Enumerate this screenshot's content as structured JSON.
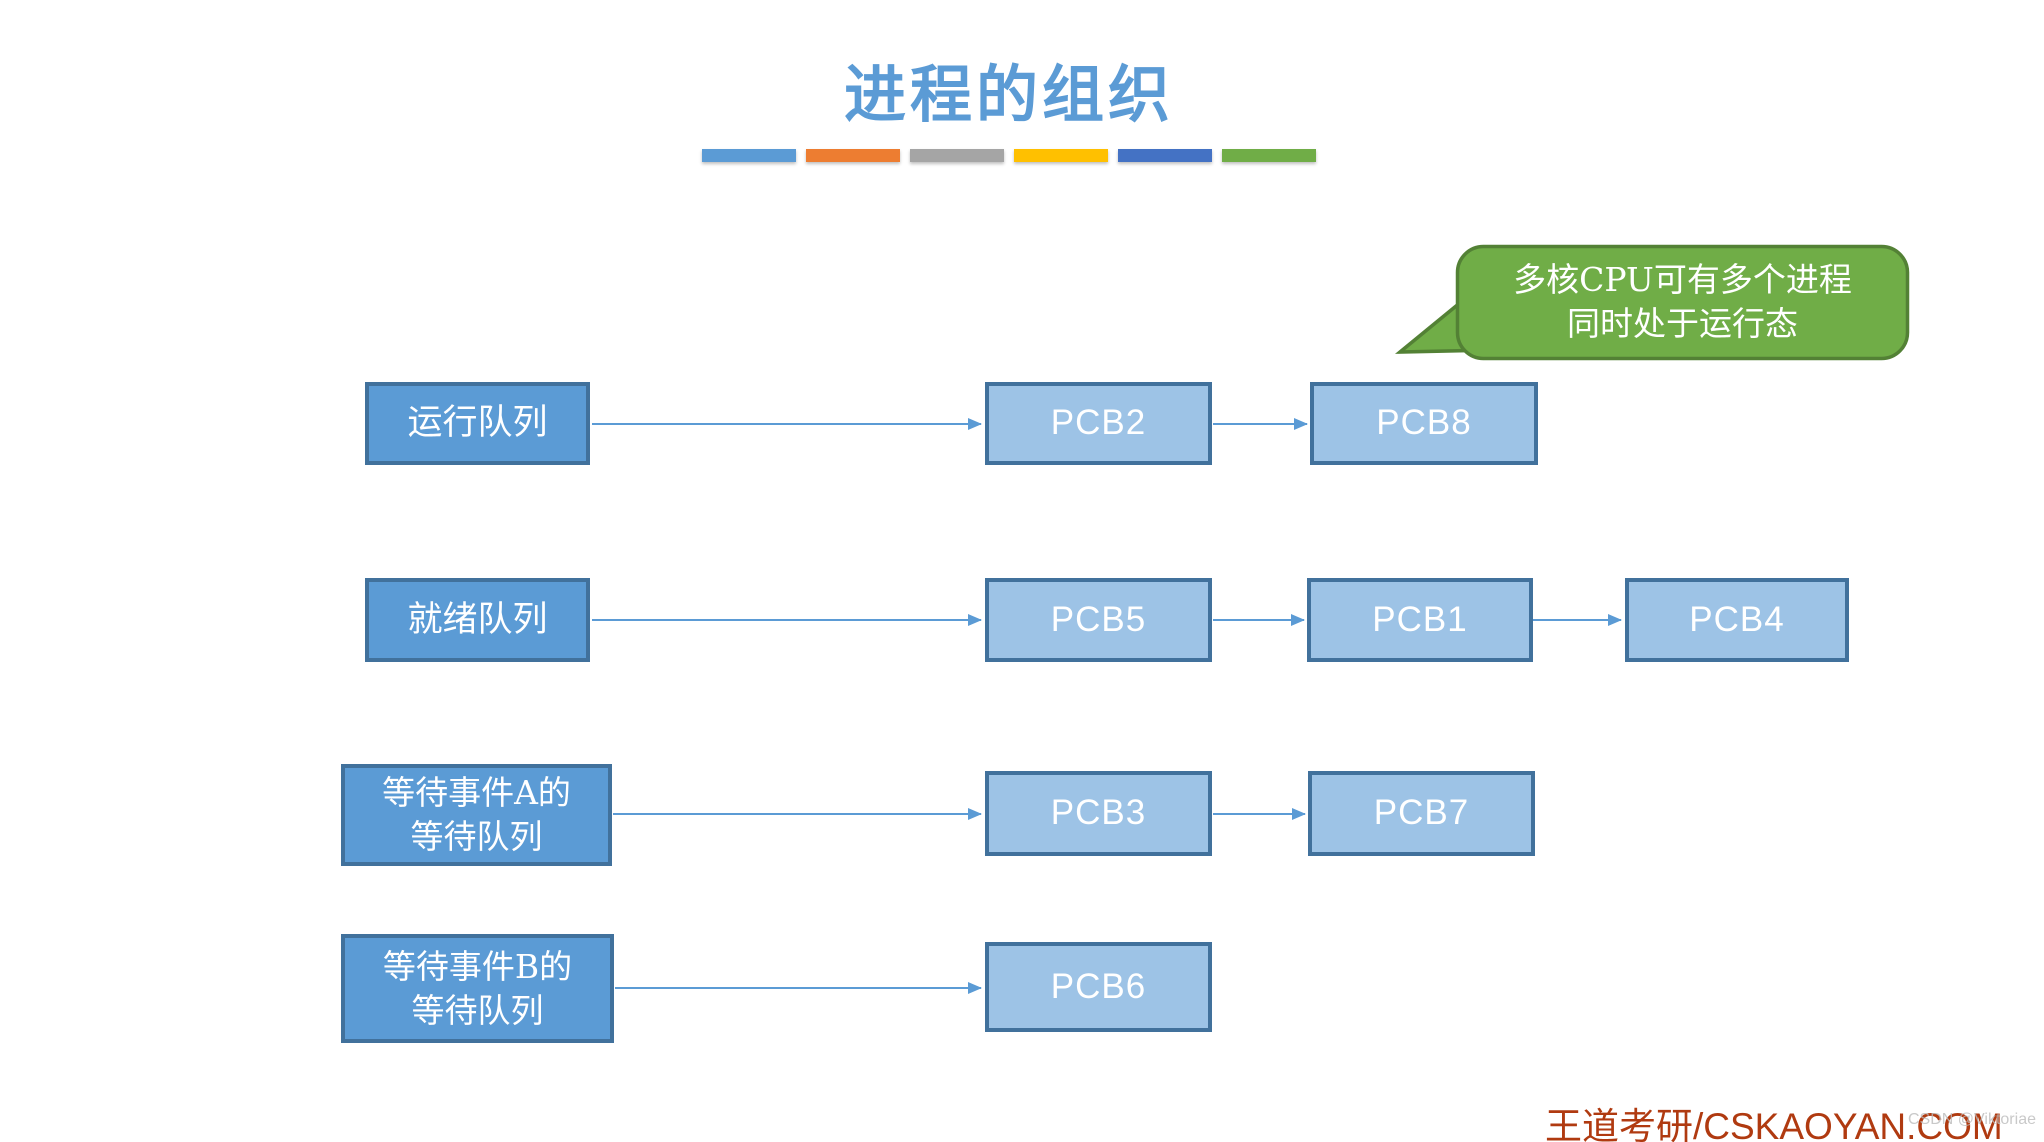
{
  "title": "进程的组织",
  "accent_bars": [
    "#5B9BD5",
    "#ED7D31",
    "#A5A5A5",
    "#FFC000",
    "#4472C4",
    "#70AD47"
  ],
  "callout": {
    "lines": [
      "多核CPU可有多个进程",
      "同时处于运行态"
    ]
  },
  "rows": [
    {
      "queue": {
        "lines": [
          "运行队列"
        ]
      },
      "pcbs": [
        {
          "label": "PCB2"
        },
        {
          "label": "PCB8"
        }
      ]
    },
    {
      "queue": {
        "lines": [
          "就绪队列"
        ]
      },
      "pcbs": [
        {
          "label": "PCB5"
        },
        {
          "label": "PCB1"
        },
        {
          "label": "PCB4"
        }
      ]
    },
    {
      "queue": {
        "lines": [
          "等待事件A的",
          "等待队列"
        ]
      },
      "pcbs": [
        {
          "label": "PCB3"
        },
        {
          "label": "PCB7"
        }
      ]
    },
    {
      "queue": {
        "lines": [
          "等待事件B的",
          "等待队列"
        ]
      },
      "pcbs": [
        {
          "label": "PCB6"
        }
      ]
    }
  ],
  "footer": {
    "brand": "王道考研/CSKAOYAN.COM",
    "watermark": "CSDN @Viktoriae"
  },
  "colors": {
    "title": "#5B9BD5",
    "queue_fill": "#5B9BD5",
    "queue_border": "#41719C",
    "pcb_fill": "#9DC3E6",
    "pcb_border": "#41719C",
    "arrow": "#5B9BD5",
    "callout_fill": "#70AD47",
    "callout_border": "#538135",
    "callout_text": "#FFFFFF",
    "box_text": "#FFFFFF",
    "brand_red": "#B03A10",
    "watermark_gray": "#BCBCBC"
  }
}
